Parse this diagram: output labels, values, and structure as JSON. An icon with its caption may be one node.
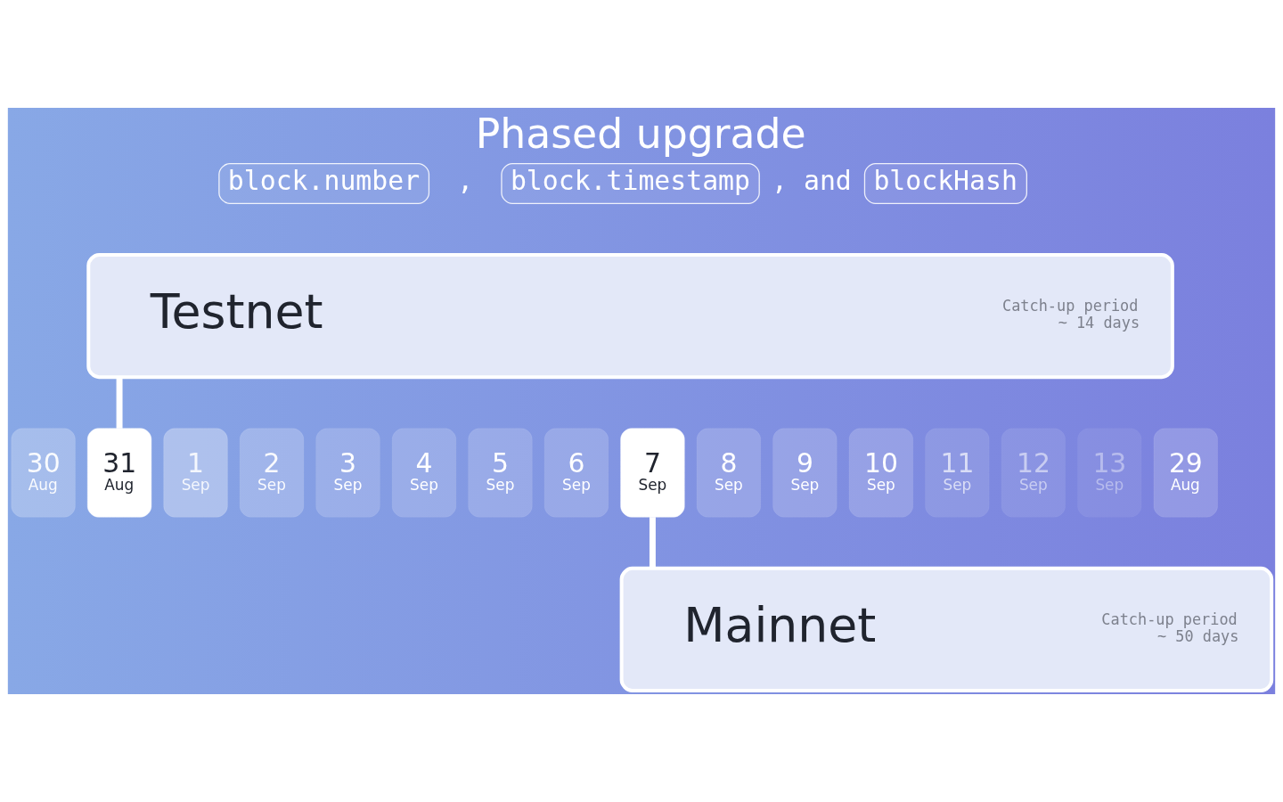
{
  "diagram": {
    "title": "Phased upgrade",
    "nodes": [
      {
        "text": [
          "block.number"
        ]
      },
      {
        "text": [
          "block.timestamp"
        ]
      },
      {
        "text": [
          "blockHash"
        ]
      },
      {
        "text": [
          "Testnet",
          "Catch-up period ~ 14 days"
        ]
      },
      {
        "text": [
          "30",
          "Aug"
        ]
      },
      {
        "text": [
          "31",
          "Aug"
        ]
      },
      {
        "text": [
          "1",
          "Sep"
        ]
      },
      {
        "text": [
          "2",
          "Sep"
        ]
      },
      {
        "text": [
          "3",
          "Sep"
        ]
      },
      {
        "text": [
          "4",
          "Sep"
        ]
      },
      {
        "text": [
          "5",
          "Sep"
        ]
      },
      {
        "text": [
          "6",
          "Sep"
        ]
      },
      {
        "text": [
          "7",
          "Sep"
        ]
      },
      {
        "text": [
          "8",
          "Sep"
        ]
      },
      {
        "text": [
          "9",
          "Sep"
        ]
      },
      {
        "text": [
          "10",
          "Sep"
        ]
      },
      {
        "text": [
          "11",
          "Sep"
        ]
      },
      {
        "text": [
          "12",
          "Sep"
        ]
      },
      {
        "text": [
          "13",
          "Sep"
        ]
      },
      {
        "text": [
          "29",
          "Aug"
        ]
      },
      {
        "text": [
          "Mainnet",
          "Catch-up period ~ 50 days"
        ]
      }
    ],
    "edges": [
      {
        "from": 3,
        "to": 5,
        "arrow": "none"
      },
      {
        "from": 12,
        "to": 20,
        "arrow": "none"
      }
    ],
    "labels": [
      ",",
      ", and"
    ]
  }
}
